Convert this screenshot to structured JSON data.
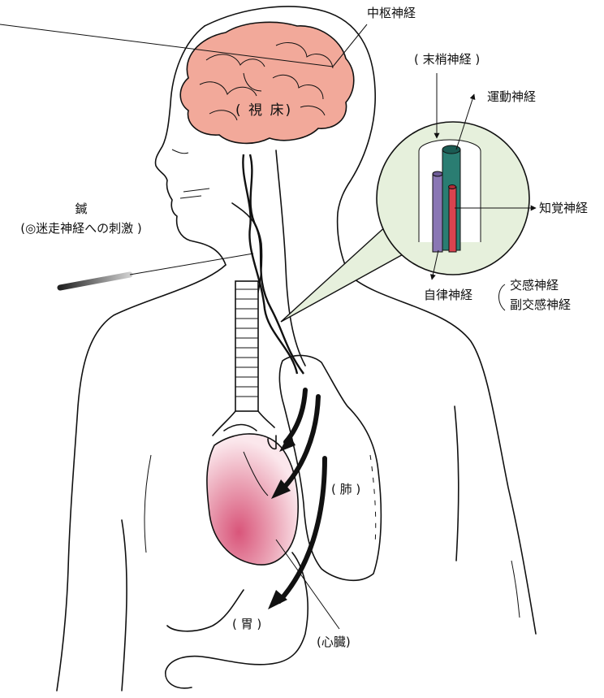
{
  "labels": {
    "central_nerve": "中枢神経",
    "peripheral_nerve": "( 末梢神経 )",
    "motor_nerve": "運動神経",
    "sensory_nerve": "知覚神経",
    "autonomic_nerve": "自律神経",
    "sympathetic_nerve": "交感神経",
    "parasympathetic_nerve": "副交感神経",
    "thalamus": "( 視 床)",
    "needle": "鍼",
    "vagus_stimulation": "(◎迷走神経への刺激 )",
    "lung": "( 肺 )",
    "heart": "(心臓)",
    "stomach": "( 胃 )"
  },
  "colors": {
    "brain": "#f2a99a",
    "heart": "#d9557a",
    "circle_bg": "#e6f0dc",
    "motor": "#2a7d72",
    "sensory": "#d9434f",
    "autonomic": "#8a77b4"
  }
}
